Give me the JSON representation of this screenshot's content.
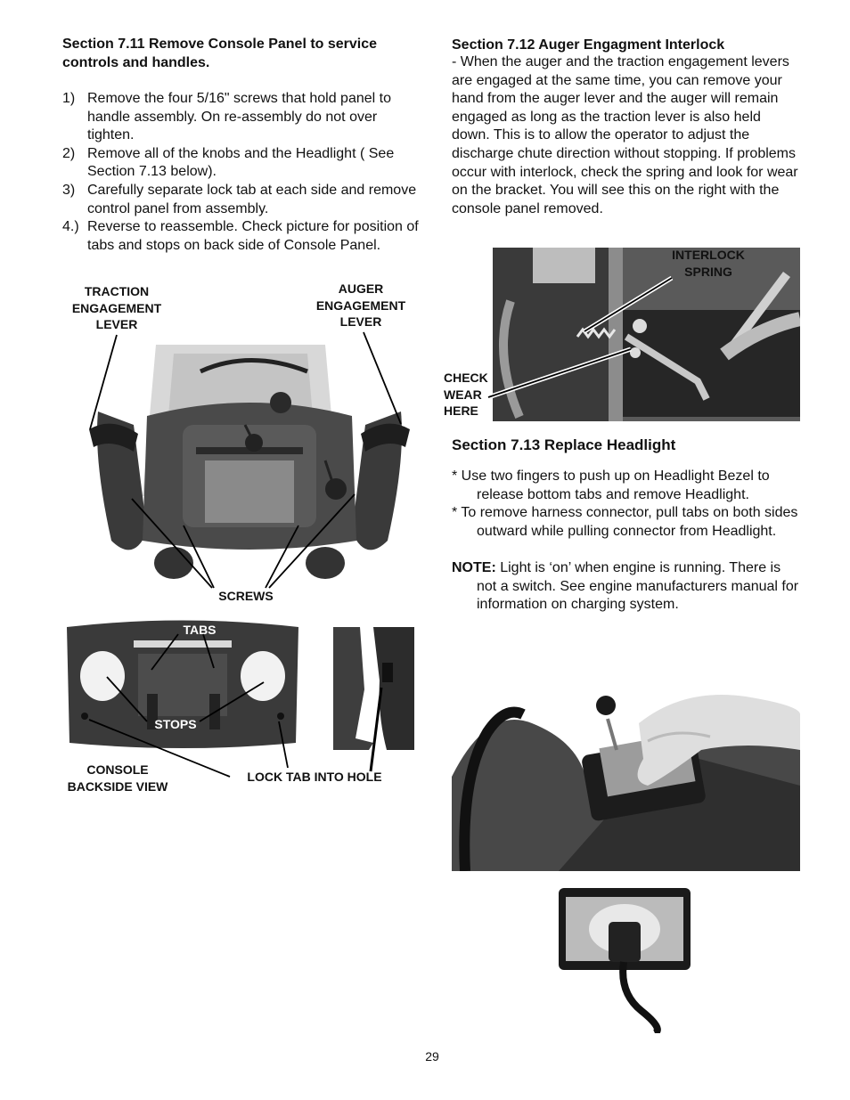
{
  "left": {
    "section_711": {
      "heading": "Section  7.11 Remove Console Panel to service controls and handles.",
      "steps": [
        {
          "num": "1)",
          "text": "Remove the four 5/16\" screws that hold panel to handle assembly. On re-assembly do not over tighten."
        },
        {
          "num": "2)",
          "text": "Remove all of the knobs and the Headlight ( See Section 7.13 below)."
        },
        {
          "num": "3)",
          "text": "Carefully separate lock tab at each side and remove control panel from assembly."
        },
        {
          "num": "4.)",
          "text": "Reverse to reassemble.  Check picture for position of tabs and stops on back side of Console Panel."
        }
      ]
    },
    "figure_console_front": {
      "label_traction": "TRACTION ENGAGEMENT LEVER",
      "label_auger": "AUGER ENGAGEMENT LEVER",
      "label_screws": "SCREWS"
    },
    "figure_console_back": {
      "label_tabs": "TABS",
      "label_stops": "STOPS",
      "label_backside": "CONSOLE BACKSIDE  VIEW",
      "label_lock_tab": "LOCK  TAB  INTO  HOLE"
    }
  },
  "right": {
    "section_712": {
      "heading": "Section  7.12 Auger Engagment Interlock",
      "body": "-  When the auger  and the traction engagement levers are engaged at the same time, you can remove your hand from the auger lever and the auger will remain engaged as long as the traction lever is also held down.   This is to allow the operator to adjust the discharge chute direction without stopping.  If problems occur with interlock, check the spring and look for wear on the bracket. You will see this on the right with the console panel removed."
    },
    "figure_interlock": {
      "label_spring": "INTERLOCK SPRING",
      "label_wear": "CHECK WEAR HERE"
    },
    "section_713": {
      "heading": "Section  7.13 Replace Headlight",
      "bullets": [
        "* Use two fingers to push up  on Headlight Bezel to release bottom tabs and remove Headlight.",
        "* To remove harness connector, pull tabs on both sides outward while  pulling  connector from Headlight."
      ],
      "note_label": "NOTE:",
      "note_text": " Light is ‘on’ when engine is running.  There is not a switch.  See engine manufacturers manual for information on charging system."
    }
  },
  "footer": {
    "page_number": "29"
  }
}
